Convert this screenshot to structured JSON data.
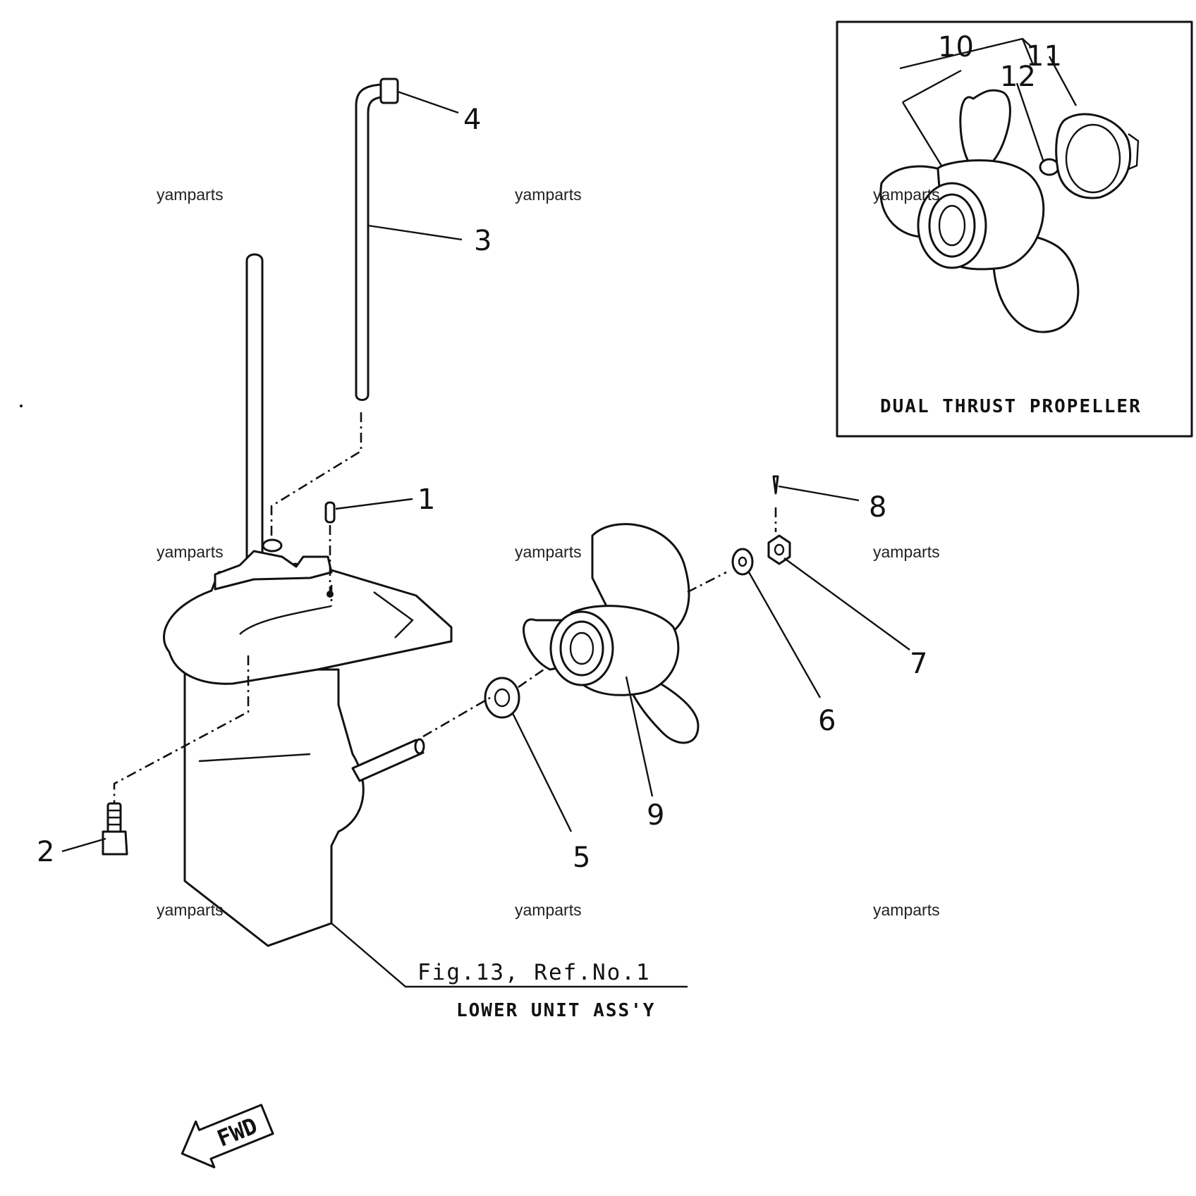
{
  "callouts": {
    "c1": "1",
    "c2": "2",
    "c3": "3",
    "c4": "4",
    "c5": "5",
    "c6": "6",
    "c7": "7",
    "c8": "8",
    "c9": "9",
    "c10": "10",
    "c11": "11",
    "c12": "12"
  },
  "inset": {
    "caption": "DUAL THRUST PROPELLER"
  },
  "reference": {
    "fig": "Fig.13, Ref.No.1",
    "assembly": "LOWER UNIT  ASS'Y"
  },
  "direction_arrow": {
    "label": "FWD"
  },
  "watermarks": [
    "yamparts",
    "yamparts",
    "yamparts",
    "yamparts",
    "yamparts",
    "yamparts",
    "yamparts",
    "yamparts",
    "yamparts"
  ]
}
